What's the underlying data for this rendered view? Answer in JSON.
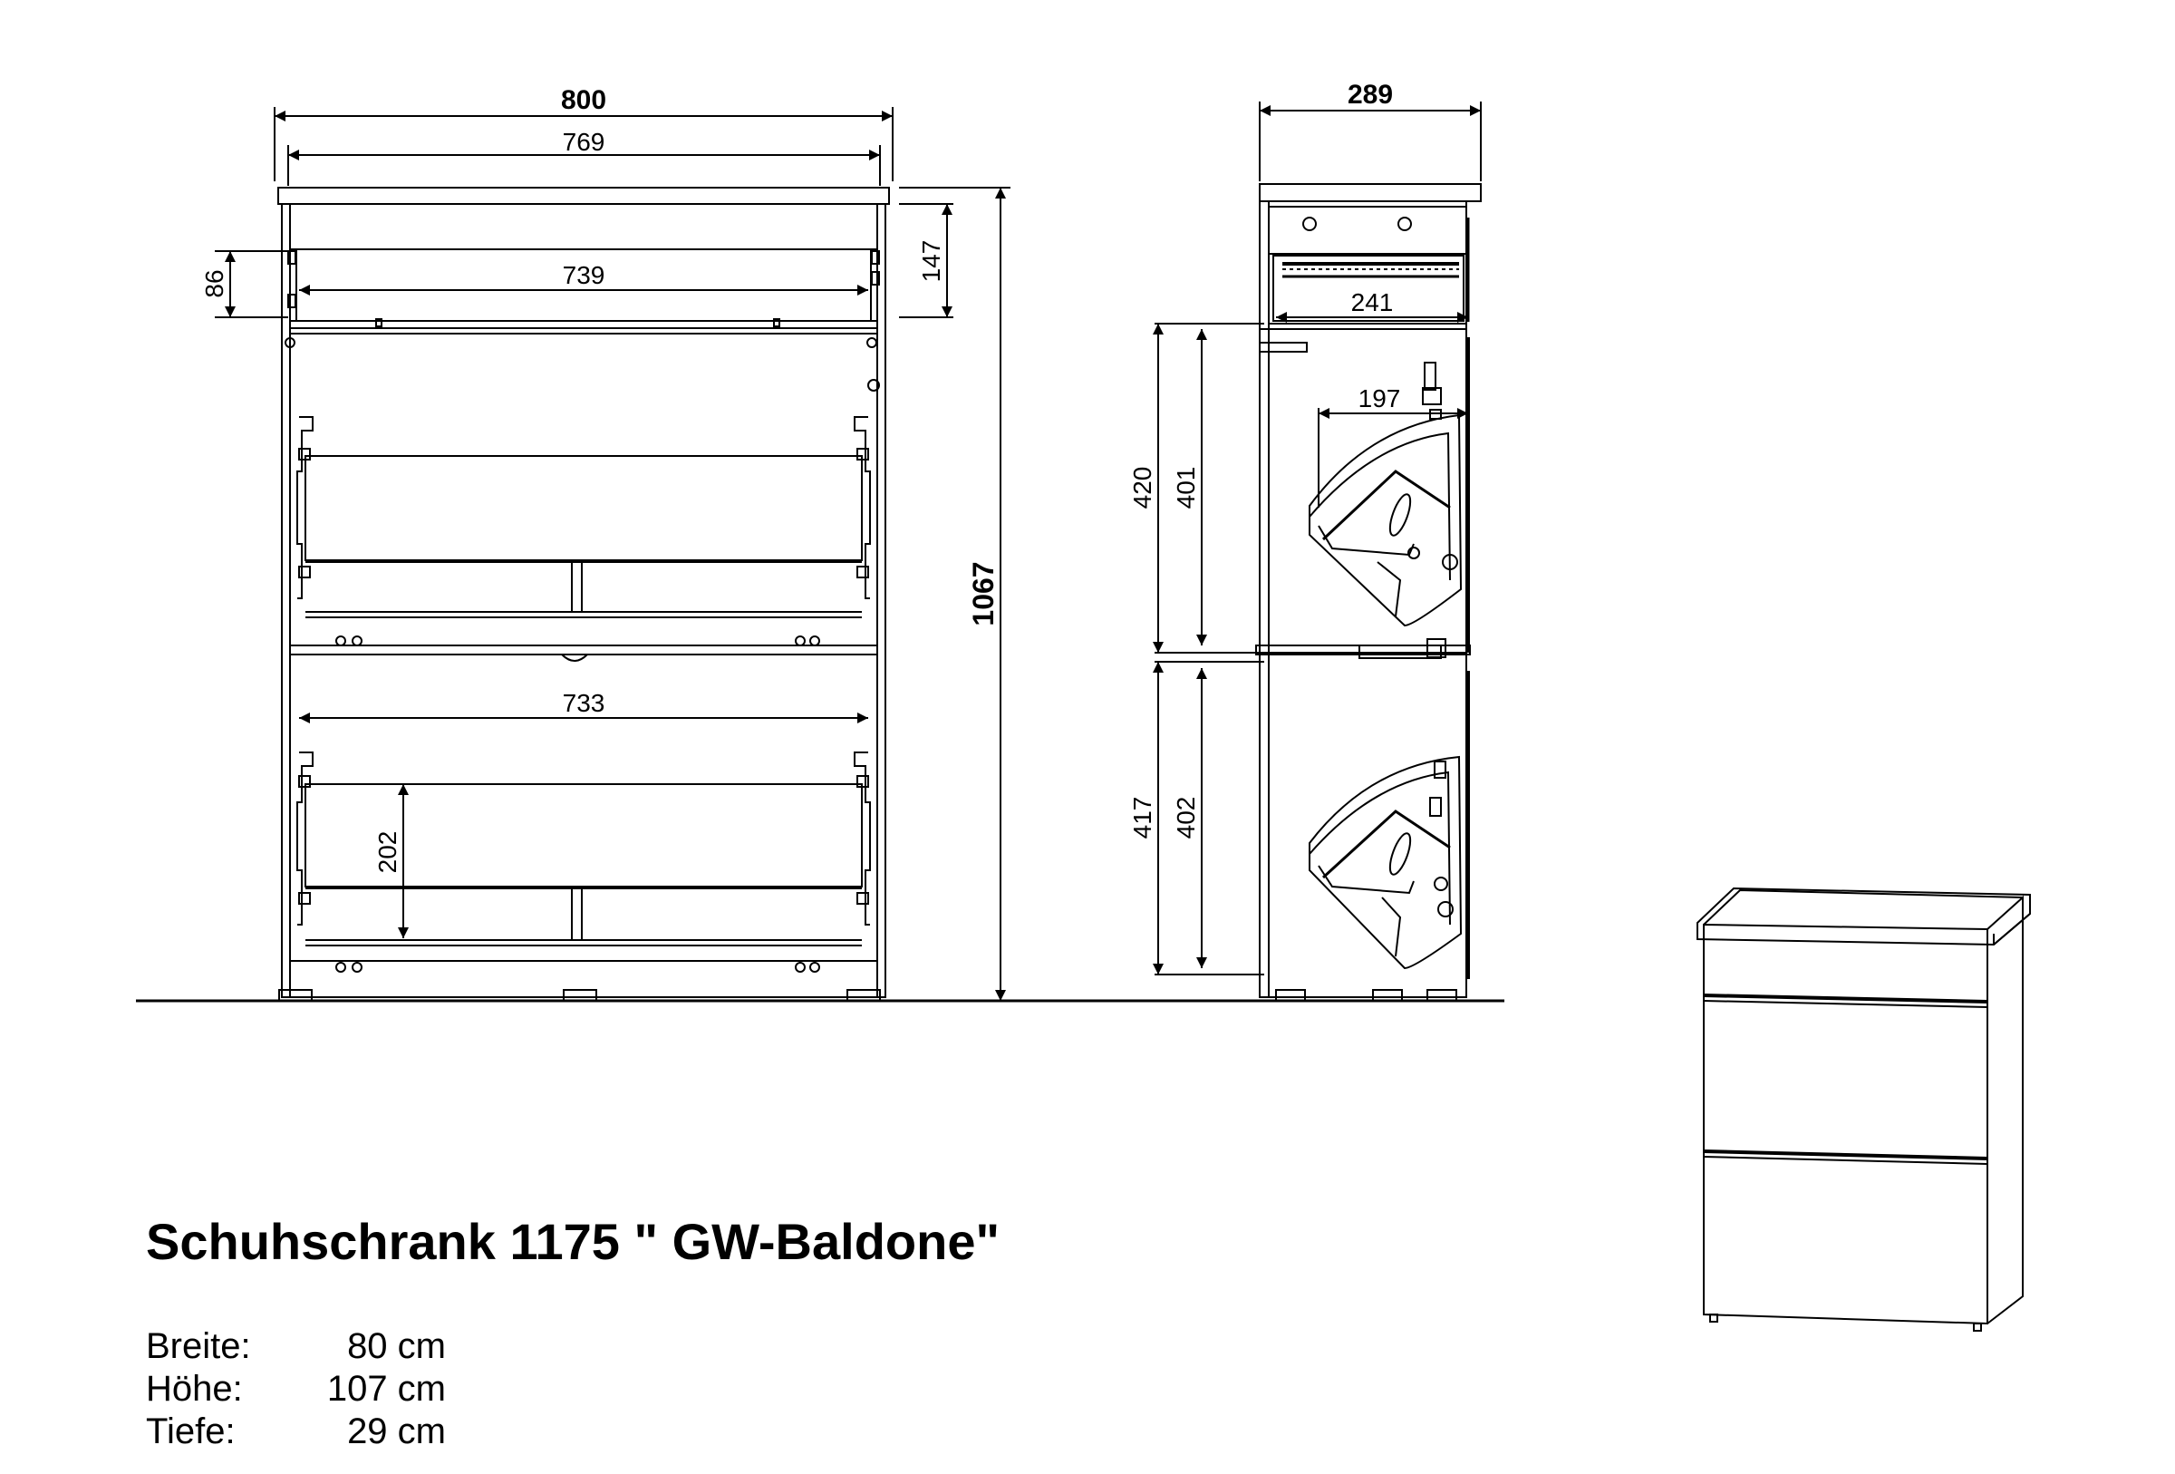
{
  "front_view": {
    "dims": {
      "width_total": "800",
      "width_inner": "769",
      "drawer_width": "739",
      "drawer_height_left": "86",
      "drawer_height_right": "147",
      "total_height": "1067",
      "flap_width": "733",
      "flap_height": "202"
    }
  },
  "side_view": {
    "dims": {
      "depth_total": "289",
      "drawer_depth": "241",
      "flap_depth": "197",
      "upper_outer": "420",
      "upper_inner": "401",
      "lower_outer": "417",
      "lower_inner": "402"
    }
  },
  "product": {
    "title": "Schuhschrank 1175 \" GW-Baldone\"",
    "specs": [
      {
        "label": "Breite:",
        "value": "80 cm"
      },
      {
        "label": "Höhe:",
        "value": "107 cm"
      },
      {
        "label": "Tiefe:",
        "value": "29 cm"
      }
    ]
  }
}
